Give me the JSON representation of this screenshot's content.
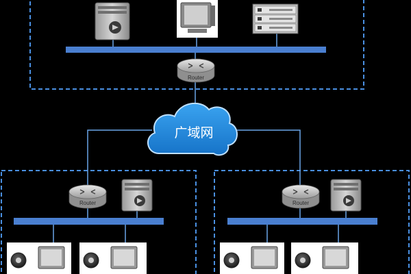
{
  "cloud": {
    "label": "广域网"
  },
  "routers": {
    "top": {
      "label": "Router"
    },
    "left": {
      "label": "Router"
    },
    "right": {
      "label": "Router"
    }
  },
  "colors": {
    "background": "#000000",
    "dashed_border": "#4a90e2",
    "bus": "#4a7fd0",
    "link": "#6aa6e8",
    "cloud_fill": "#1f8ce0",
    "cloud_stroke": "#bfe0ff"
  },
  "icons": {
    "server": "tower-server-icon",
    "monitor": "crt-monitor-icon",
    "rack": "rack-server-icon",
    "router": "router-icon",
    "cloud": "cloud-icon",
    "camera": "webcam-icon",
    "workstation": "pc-monitor-icon"
  }
}
